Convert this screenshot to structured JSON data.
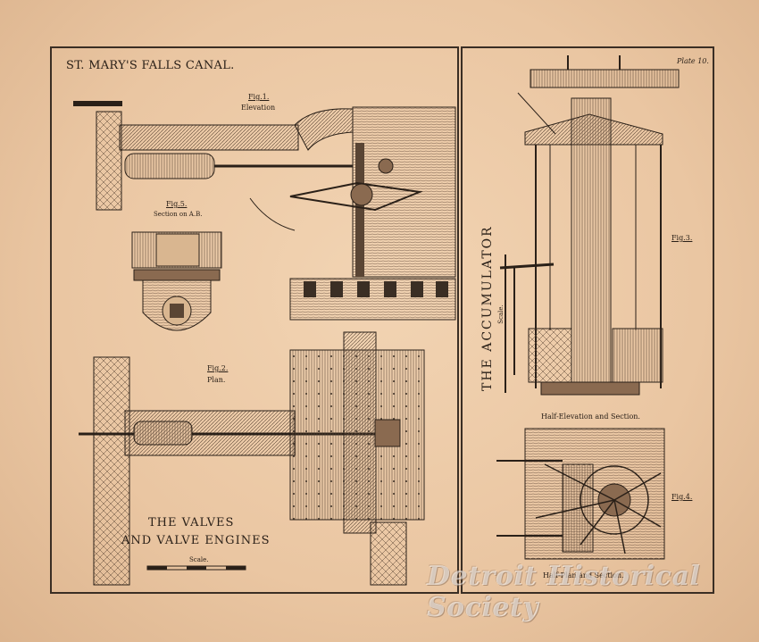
{
  "header": {
    "canal_title": "ST. MARY'S FALLS CANAL.",
    "plate_number": "Plate 10."
  },
  "left_panel": {
    "fig1": {
      "number": "Fig.1.",
      "caption": "Elevation"
    },
    "fig5": {
      "number": "Fig.5.",
      "caption": "Section on A.B."
    },
    "fig2": {
      "number": "Fig.2.",
      "caption": "Plan."
    },
    "title_line1": "THE VALVES",
    "title_line2": "AND VALVE ENGINES",
    "scale_label": "Scale."
  },
  "right_panel": {
    "vertical_title": "THE ACCUMULATOR",
    "scale_label": "Scale.",
    "fig3": {
      "number": "Fig.3."
    },
    "half_elevation_caption": "Half-Elevation and Section.",
    "fig4": {
      "number": "Fig.4."
    },
    "half_plan_caption": "Half-Plan and Section."
  },
  "watermark": "Detroit Historical Society",
  "colors": {
    "paper": "#eac6a2",
    "ink": "#2a2018",
    "wood": "#b08a6a",
    "watermark": "#ffffff"
  }
}
